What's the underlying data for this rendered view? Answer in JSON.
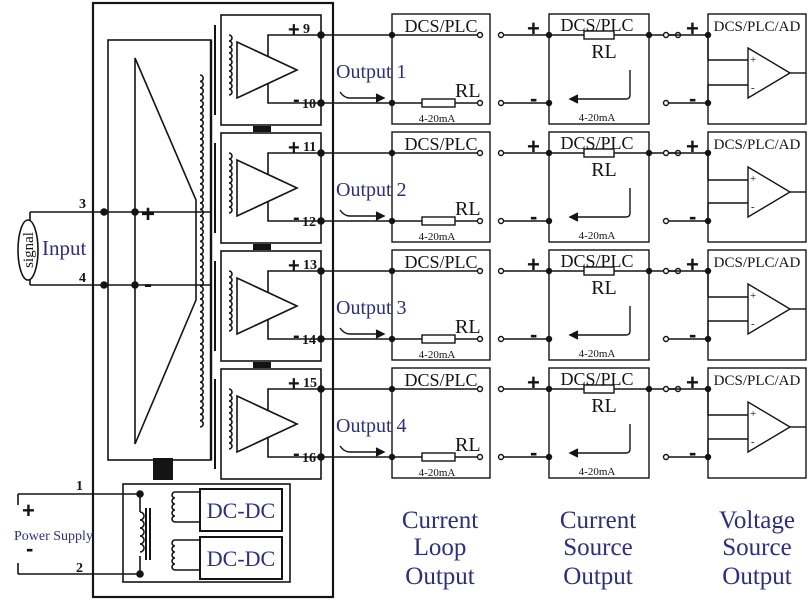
{
  "colors": {
    "ink": "#141414",
    "accent": "#2b2e82"
  },
  "input": {
    "signal_label": "signal",
    "label": "Input",
    "pin_plus": "3",
    "pin_minus": "4",
    "plus_sign": "+",
    "minus_sign": "-"
  },
  "power": {
    "label": "Power Supply",
    "pin_plus": "1",
    "pin_minus": "2",
    "plus_sign": "+",
    "minus_sign": "-",
    "converter1": "DC-DC",
    "converter2": "DC-DC"
  },
  "channels": [
    {
      "output_label": "Output 1",
      "pin_plus": "9",
      "pin_minus": "10"
    },
    {
      "output_label": "Output 2",
      "pin_plus": "11",
      "pin_minus": "12"
    },
    {
      "output_label": "Output 3",
      "pin_plus": "13",
      "pin_minus": "14"
    },
    {
      "output_label": "Output 4",
      "pin_plus": "15",
      "pin_minus": "16"
    }
  ],
  "loads": {
    "loop_title": "DCS/PLC",
    "source_title": "DCS/PLC",
    "voltage_title": "DCS/PLC/AD",
    "resistor": "RL",
    "current_range": "4-20mA",
    "plus_sign": "+",
    "minus_sign": "-"
  },
  "columns": {
    "loop": [
      "Current",
      "Loop",
      "Output"
    ],
    "source": [
      "Current",
      "Source",
      "Output"
    ],
    "voltage": [
      "Voltage",
      "Source",
      "Output"
    ]
  }
}
